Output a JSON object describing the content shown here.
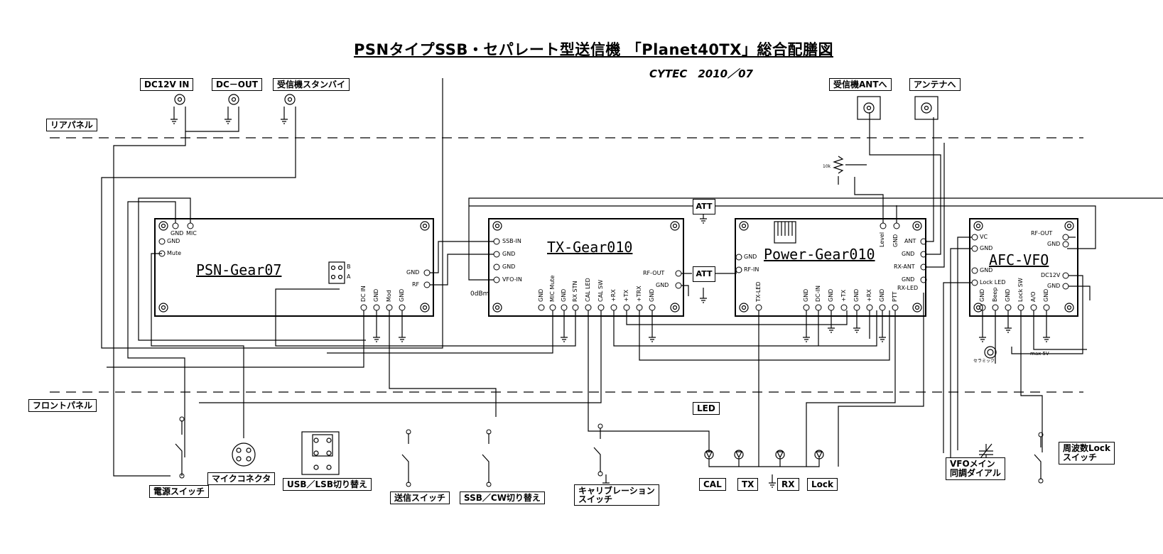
{
  "title": "PSNタイプSSB・セパレート型送信機 「Planet40TX」総合配膳図",
  "subtitle": "CYTEC　2010／07",
  "panels": {
    "rear": "リアパネル",
    "front": "フロントパネル"
  },
  "rear_connectors": {
    "dc12v_in": "DC12V IN",
    "dc_out": "DC－OUT",
    "rx_standby": "受信機スタンバイ",
    "to_rx_ant": "受信機ANTへ",
    "to_antenna": "アンテナへ"
  },
  "modules": {
    "psn": {
      "name": "PSN-Gear07",
      "pins": {
        "gnd_top": "GND",
        "mic": "MIC",
        "gnd_left": "GND",
        "mute": "Mute",
        "gnd_right": "GND",
        "rf": "RF",
        "dc_in": "DC IN",
        "gnd_b1": "GND",
        "mod": "Mod",
        "gnd_b2": "GND",
        "b": "B",
        "a": "A"
      }
    },
    "tx": {
      "name": "TX-Gear010",
      "pins": {
        "ssb_in": "SSB-IN",
        "gnd1": "GND",
        "gnd2": "GND",
        "vfo_in": "VFO-IN",
        "rf_out": "RF-OUT",
        "gnd_r": "GND",
        "b_gnd": "GND",
        "mic_mute": "MIC Mute",
        "b_gnd2": "GND",
        "rx_stn": "RX STN",
        "cal_led": "CAL LED",
        "cal_sw": "CAL SW",
        "p_rx": "+RX",
        "p_tx": "+TX",
        "p_trx": "+TRX",
        "b_gnd3": "GND"
      }
    },
    "power": {
      "name": "Power-Gear010",
      "pins": {
        "gnd": "GND",
        "rf_in": "RF-IN",
        "level": "Level",
        "gnd_top": "GND",
        "ant": "ANT",
        "gnd_r1": "GND",
        "rx_ant": "RX-ANT",
        "gnd_r2": "GND",
        "rx_led": "RX-LED",
        "tx_led": "TX-LED",
        "b_gnd1": "GND",
        "dc_in": "DC-IN",
        "b_gnd2": "GND",
        "p_tx": "+TX",
        "b_gnd3": "GND",
        "p_rx": "+RX",
        "b_gnd4": "GND",
        "ptt": "PTT"
      }
    },
    "afc": {
      "name": "AFC-VFO",
      "pins": {
        "vc": "VC",
        "gnd1": "GND",
        "gnd2": "GND",
        "lock_led": "Lock LED",
        "rf_out": "RF-OUT",
        "gnd_r": "GND",
        "dc12v": "DC12V",
        "gnd_r2": "GND",
        "b_gnd": "GND",
        "beep": "Beep",
        "b_gnd2": "GND",
        "lock_sw": "Lock SW",
        "ao": "A/O",
        "b_gnd3": "GND"
      }
    }
  },
  "att": "ATT",
  "odbm": "0dBm",
  "resistor": "10k",
  "ceramic": "セラミック",
  "max5v": "max 5V",
  "front_components": {
    "power_switch": "電源スイッチ",
    "mic_connector": "マイクコネクタ",
    "usb_lsb": "USB／LSB切り替え",
    "tx_switch": "送信スイッチ",
    "ssb_cw": "SSB／CW切り替え",
    "calibration": "キャリブレーション\nスイッチ",
    "led": "LED",
    "cal": "CAL",
    "tx": "TX",
    "rx": "RX",
    "lock": "Lock",
    "vfo_dial": "VFOメイン\n同調ダイアル",
    "freq_lock": "周波数Lock\nスイッチ"
  }
}
